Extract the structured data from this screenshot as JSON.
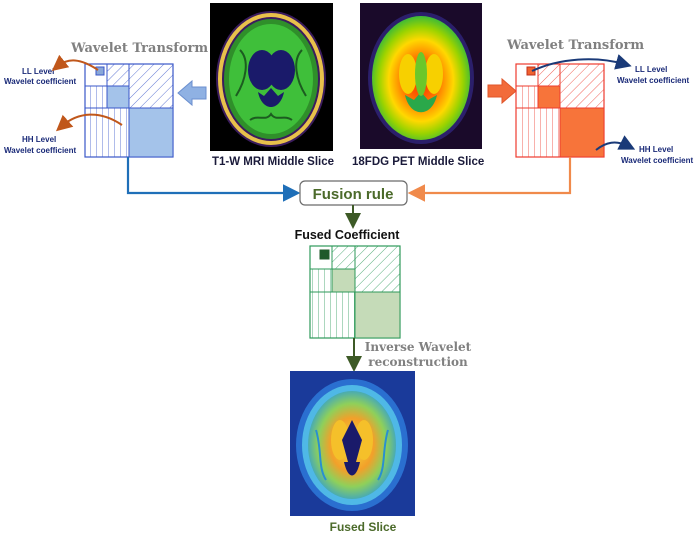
{
  "left_panel": {
    "title": "Wavelet Transform",
    "ll_line1": "LL Level",
    "ll_line2": "Wavelet coefficient",
    "hh_line1": "HH Level",
    "hh_line2": "Wavelet coefficient",
    "color": "#3a57c9",
    "fill": "#a4c3ea"
  },
  "right_panel": {
    "title": "Wavelet Transform",
    "ll_line1": "LL Level",
    "ll_line2": "Wavelet coefficient",
    "hh_line1": "HH Level",
    "hh_line2": "Wavelet coefficient",
    "color": "#ee3b2e",
    "fill": "#f7743a"
  },
  "mri_caption": "T1-W MRI Middle Slice",
  "pet_caption": "18FDG PET Middle Slice",
  "fusion_rule": "Fusion rule",
  "fused_coefficient": "Fused Coefficient",
  "inverse_line1": "Inverse Wavelet",
  "inverse_line2": "reconstruction",
  "fused_slice": "Fused Slice",
  "colors": {
    "blue_arrow": "#1f6fb8",
    "orange_arrow": "#f08a4b",
    "fusion_text": "#4b6a2a",
    "fused_green": "#2e9a5a",
    "fused_fill": "#c5dbb8",
    "brown_arrow": "#c0571b",
    "navy_arrow": "#1a3a78"
  }
}
